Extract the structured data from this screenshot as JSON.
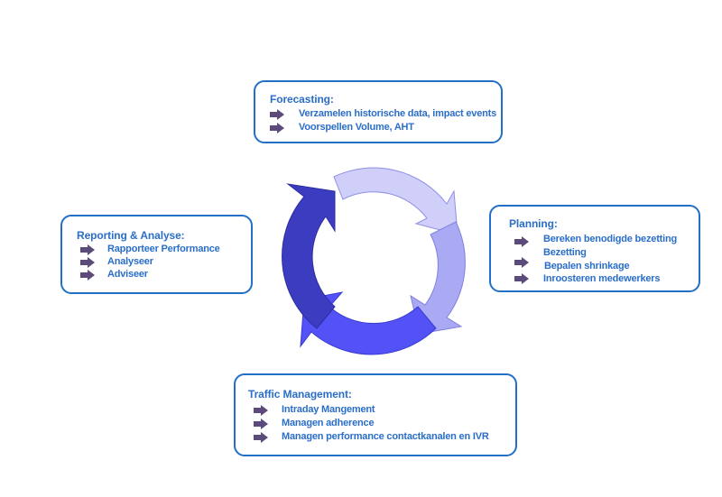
{
  "diagram": {
    "type": "cycle",
    "colors": {
      "border": "#2170c6",
      "text": "#2a6ec8",
      "bullet_arrow": "#5b4a7a",
      "arrow_top": "#cfcffa",
      "arrow_right": "#a9a9f4",
      "arrow_bottom": "#5252f6",
      "arrow_left": "#3c3cc0"
    },
    "boxes": {
      "forecasting": {
        "title": "Forecasting:",
        "items": [
          {
            "text": "Verzamelen historische data, impact events",
            "bullet": true
          },
          {
            "text": "Voorspellen Volume, AHT",
            "bullet": true
          }
        ]
      },
      "planning": {
        "title": "Planning:",
        "items": [
          {
            "text": "Bereken benodigde bezetting",
            "bullet": true
          },
          {
            "text": "Bezetting",
            "bullet": false
          },
          {
            "text": "Bepalen shrinkage",
            "bullet": true
          },
          {
            "text": "Inroosteren medewerkers",
            "bullet": true
          }
        ]
      },
      "traffic": {
        "title": "Traffic Management:",
        "items": [
          {
            "text": "Intraday Mangement",
            "bullet": true
          },
          {
            "text": "Managen adherence",
            "bullet": true
          },
          {
            "text": "Managen performance contactkanalen en IVR",
            "bullet": true
          }
        ]
      },
      "reporting": {
        "title": "Reporting  & Analyse:",
        "items": [
          {
            "text": "Rapporteer Performance",
            "bullet": true
          },
          {
            "text": "Analyseer",
            "bullet": true
          },
          {
            "text": "Adviseer",
            "bullet": true
          }
        ]
      }
    }
  }
}
